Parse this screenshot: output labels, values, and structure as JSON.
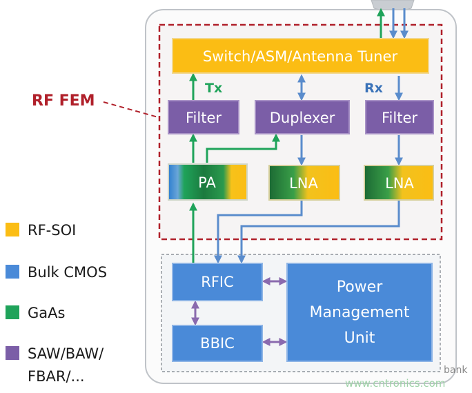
{
  "rf_fem_label": "RF FEM",
  "blocks": {
    "switch": "Switch/ASM/Antenna Tuner",
    "filter_tx": "Filter",
    "duplexer": "Duplexer",
    "filter_rx": "Filter",
    "pa": "PA",
    "lna_mid": "LNA",
    "lna_right": "LNA",
    "rfic": "RFIC",
    "bbic": "BBIC",
    "pmu": {
      "line1": "Power",
      "line2": "Management",
      "line3": "Unit"
    }
  },
  "path_labels": {
    "tx": "Tx",
    "rx": "Rx"
  },
  "legend": [
    {
      "label": "RF-SOI",
      "color": "#fbbd14"
    },
    {
      "label": "Bulk CMOS",
      "color": "#4a8ad8"
    },
    {
      "label": "GaAs",
      "color": "#1fa35a"
    },
    {
      "label": "SAW/BAW/",
      "color": "#7b5ea7"
    },
    {
      "label": "FBAR/...",
      "color": ""
    }
  ],
  "watermark": {
    "line1": "bank",
    "line2": "www.cntronics.com"
  },
  "colors": {
    "rf_soi": "#fbbd14",
    "bulk_cmos": "#4a8ad8",
    "gaas": "#1fa35a",
    "saw_baw": "#7b5ea7",
    "fem_border": "#b0202a",
    "signal_green": "#1fa35a",
    "signal_blue": "#5a8ccc",
    "link_purple": "#8a6aae"
  }
}
